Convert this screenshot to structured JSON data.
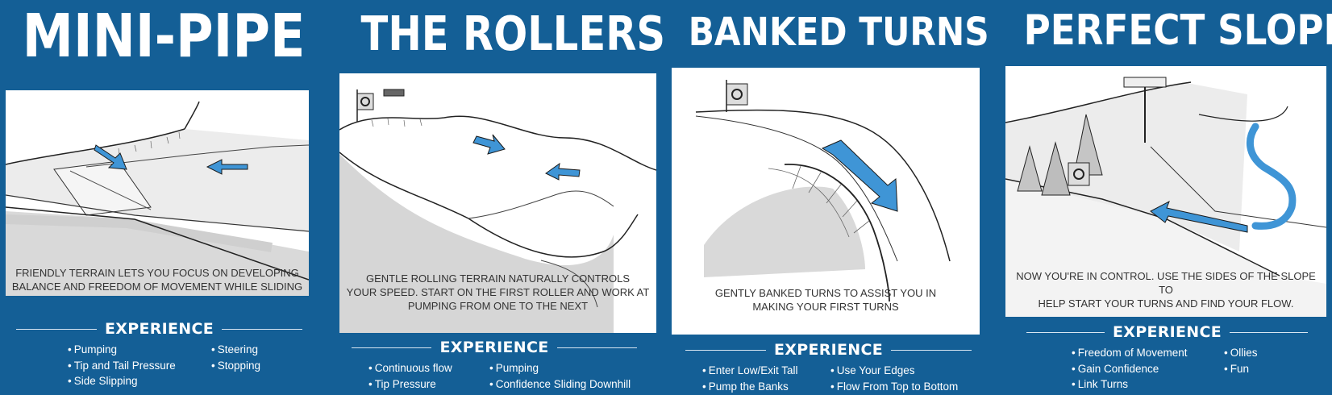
{
  "colors": {
    "background": "#145f96",
    "card": "#ffffff",
    "arrow": "#3f95d6",
    "ink": "#1a1a1a",
    "snow_shade": "#d6d6d6"
  },
  "experience_label": "EXPERIENCE",
  "panels": [
    {
      "title": "MINI-PIPE",
      "caption_lines": [
        "FRIENDLY TERRAIN LETS YOU FOCUS ON DEVELOPING",
        "BALANCE AND FREEDOM OF MOVEMENT WHILE SLIDING"
      ],
      "col1": [
        "Pumping",
        "Tip and Tail Pressure",
        "Side Slipping"
      ],
      "col2": [
        "Steering",
        "Stopping"
      ]
    },
    {
      "title": "THE ROLLERS",
      "caption_lines": [
        "GENTLE ROLLING TERRAIN NATURALLY CONTROLS",
        "YOUR SPEED. START ON THE FIRST ROLLER AND WORK AT",
        "PUMPING FROM ONE TO THE NEXT"
      ],
      "col1": [
        "Continuous flow",
        "Tip Pressure"
      ],
      "col2": [
        "Pumping",
        "Confidence Sliding Downhill"
      ]
    },
    {
      "title": "BANKED TURNS",
      "caption_lines": [
        "GENTLY BANKED TURNS TO ASSIST YOU IN",
        "MAKING YOUR FIRST TURNS"
      ],
      "col1": [
        "Enter Low/Exit Tall",
        "Pump the Banks"
      ],
      "col2": [
        "Use Your Edges",
        "Flow From Top to Bottom"
      ]
    },
    {
      "title": "PERFECT SLOPE",
      "caption_lines": [
        "NOW YOU'RE IN CONTROL. USE THE SIDES OF THE SLOPE TO",
        "HELP START YOUR TURNS AND FIND YOUR FLOW."
      ],
      "col1": [
        "Freedom of Movement",
        "Gain Confidence",
        "Link Turns"
      ],
      "col2": [
        "Ollies",
        "Fun"
      ]
    }
  ]
}
